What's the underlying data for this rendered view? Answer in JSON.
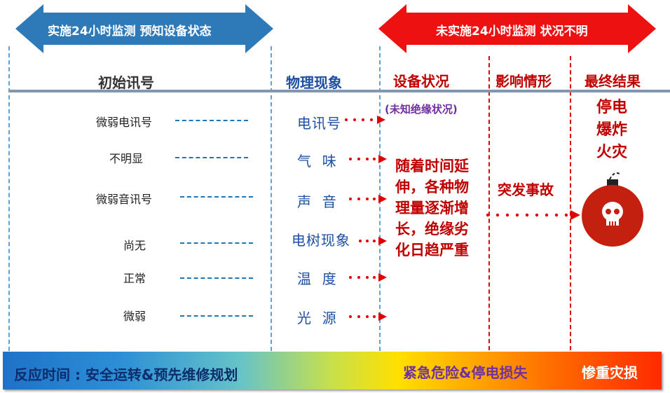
{
  "banners": {
    "left": "实施24小时监测  预知设备状态",
    "right": "未实施24小时监测  状况不明"
  },
  "headers": {
    "initial_signal": "初始讯号",
    "physical": "物理现象",
    "equipment": "设备状况",
    "influence": "影响情形",
    "result": "最终结果"
  },
  "signals": [
    "微弱电讯号",
    "不明显",
    "微弱音讯号",
    "尚无",
    "正常",
    "微弱"
  ],
  "phenomena": [
    "电讯号",
    "气  味",
    "声  音",
    "电树现象",
    "温  度",
    "光  源"
  ],
  "equipment": {
    "unknown": "(未知绝缘状况)",
    "desc_lines": [
      "随着时间延",
      "伸，各种物",
      "理量逐渐增",
      "长，绝缘劣",
      "化日趋严重"
    ]
  },
  "influence": {
    "label": "突发事故"
  },
  "results": [
    "停电",
    "爆炸",
    "火灾"
  ],
  "bottom": {
    "left": "反应时间 : 安全运转&预先维修规划",
    "middle": "紧急危险&停电损失",
    "right": "惨重灾损"
  },
  "colors": {
    "blue_arrow": "#2e7ab8",
    "red_arrow": "#ee1111",
    "header_blue": "#1f4fa3",
    "accent_red": "#c00000"
  },
  "icons": {
    "result": "skull-bomb-icon"
  }
}
